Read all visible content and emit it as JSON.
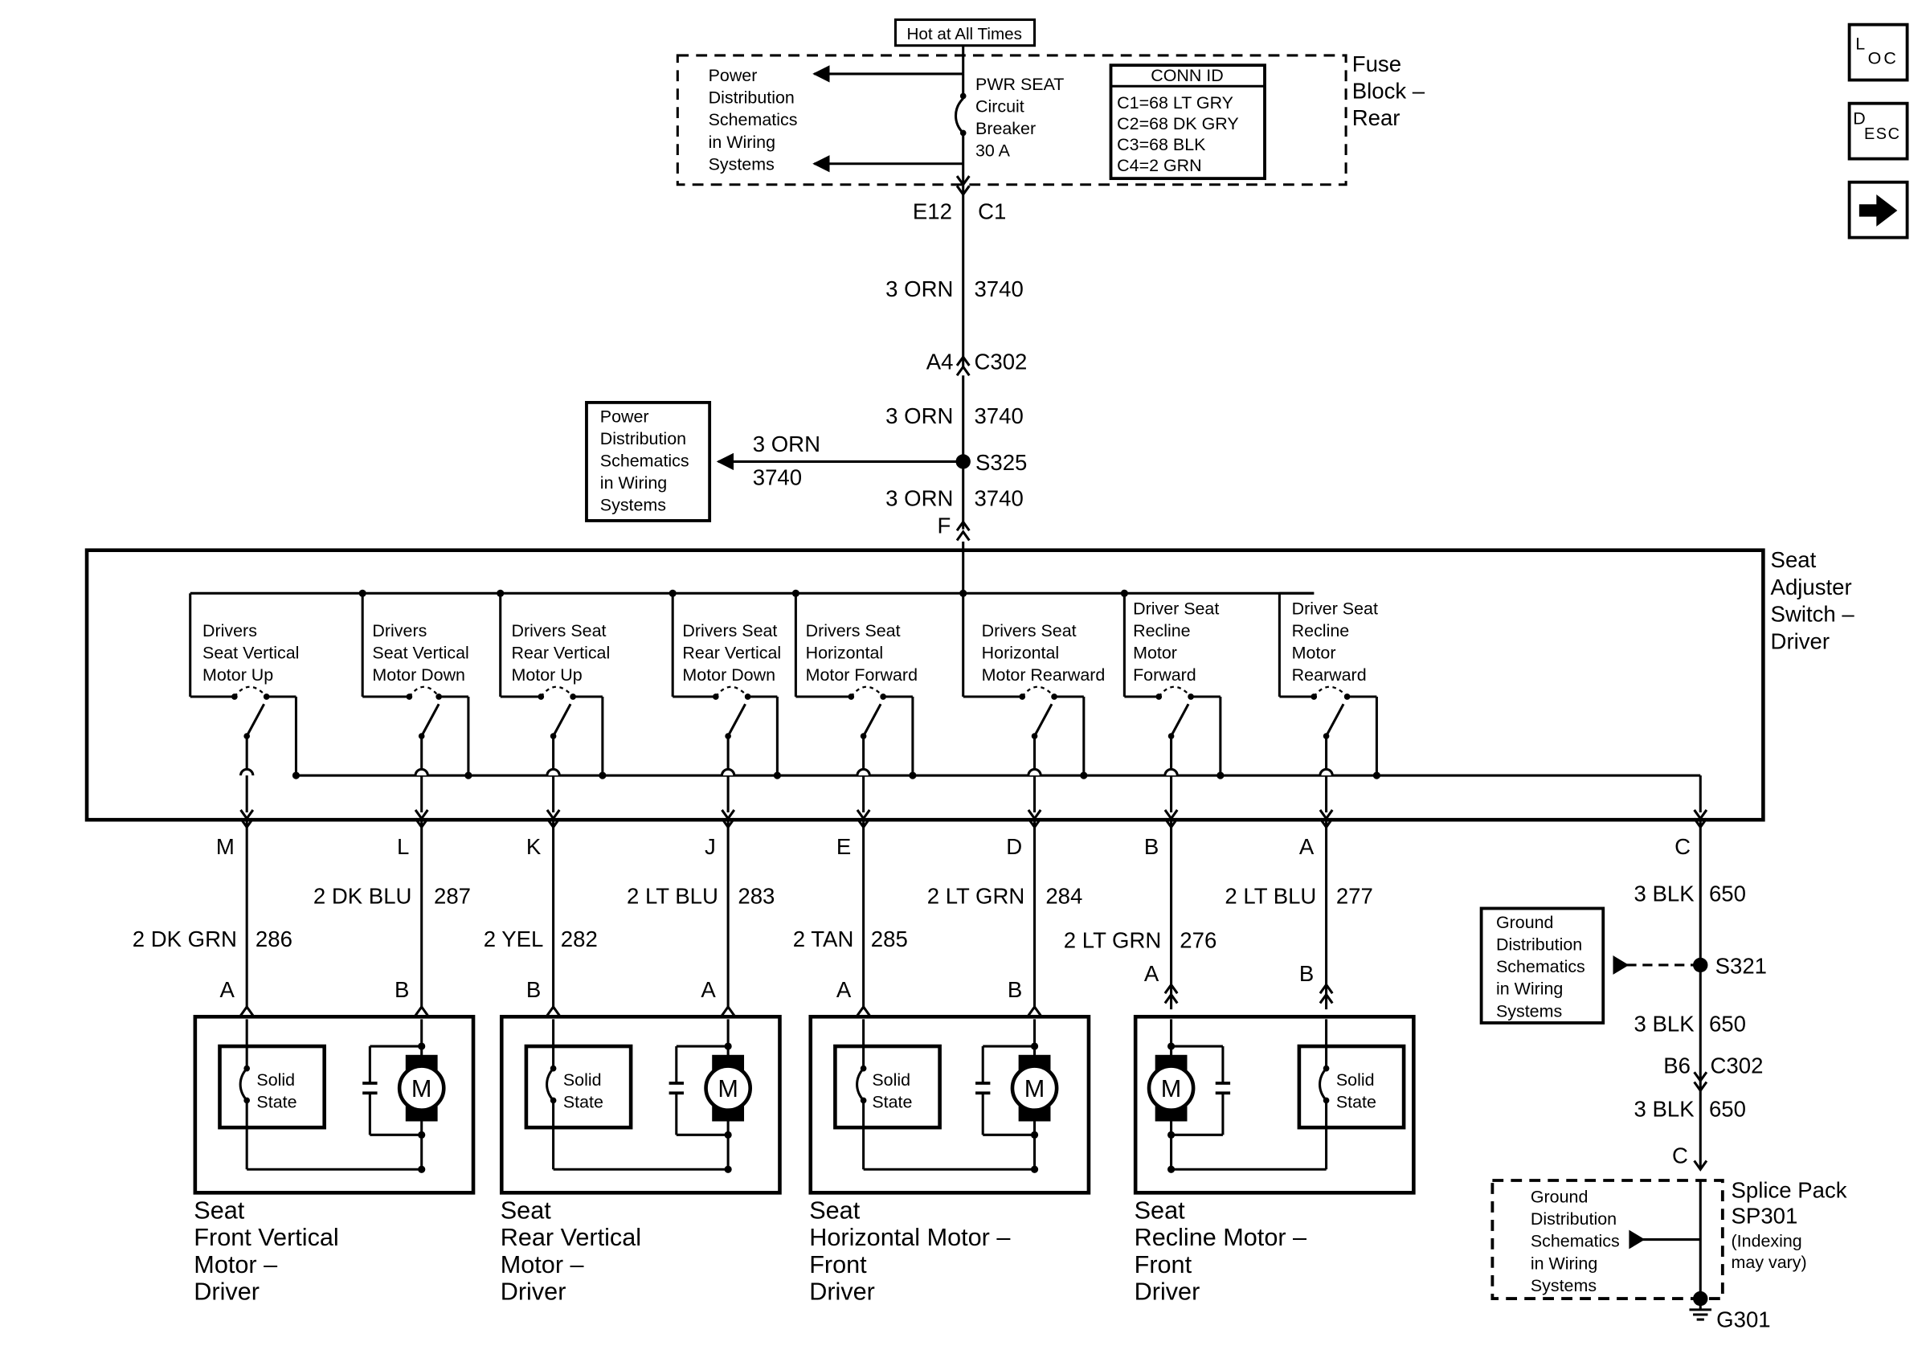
{
  "nav": {
    "loc": {
      "big": "L",
      "small": "OC"
    },
    "desc": {
      "big": "D",
      "small": "ESC"
    },
    "next_icon": "arrow-right-icon"
  },
  "top": {
    "hot_label": "Hot at All Times",
    "fuse_block_lines": [
      "Fuse",
      "Block –",
      "Rear"
    ],
    "power_ref_lines": [
      "Power",
      "Distribution",
      "Schematics",
      "in Wiring",
      "Systems"
    ],
    "breaker_lines": [
      "PWR SEAT",
      "Circuit",
      "Breaker",
      "30 A"
    ],
    "conn_id": {
      "title": "CONN ID",
      "lines": [
        "C1=68 LT GRY",
        "C2=68 DK GRY",
        "C3=68 BLK",
        "C4=2 GRN"
      ]
    },
    "pin_e12": "E12",
    "conn_c1": "C1"
  },
  "main_wire": {
    "w1": {
      "color": "3 ORN",
      "circuit": "3740"
    },
    "pin_a4": "A4",
    "conn_c302": "C302",
    "w2": {
      "color": "3 ORN",
      "circuit": "3740"
    },
    "splice": "S325",
    "branch": {
      "color": "3 ORN",
      "circuit": "3740"
    },
    "branch_ref_lines": [
      "Power",
      "Distribution",
      "Schematics",
      "in Wiring",
      "Systems"
    ],
    "w3": {
      "color": "3 ORN",
      "circuit": "3740"
    },
    "pin_f": "F"
  },
  "switch": {
    "name_lines": [
      "Seat",
      "Adjuster",
      "Switch –",
      "Driver"
    ],
    "contacts": [
      [
        "Drivers",
        "Seat Vertical",
        "Motor Up"
      ],
      [
        "Drivers",
        "Seat Vertical",
        "Motor Down"
      ],
      [
        "Drivers Seat",
        "Rear Vertical",
        "Motor Up"
      ],
      [
        "Drivers Seat",
        "Rear Vertical",
        "Motor Down"
      ],
      [
        "Drivers Seat",
        "Horizontal",
        "Motor Forward"
      ],
      [
        "Drivers Seat",
        "Horizontal",
        "Motor Rearward"
      ],
      [
        "Driver Seat",
        "Recline",
        "Motor",
        "Forward"
      ],
      [
        "Driver Seat",
        "Recline",
        "Motor",
        "Rearward"
      ]
    ]
  },
  "outputs": [
    {
      "pin": "M",
      "color": "2 DK GRN",
      "circuit": "286",
      "motor_pin": "A"
    },
    {
      "pin": "L",
      "color": "2 DK BLU",
      "circuit": "287",
      "motor_pin": "B"
    },
    {
      "pin": "K",
      "color": "2 YEL",
      "circuit": "282",
      "motor_pin": "B"
    },
    {
      "pin": "J",
      "color": "2 LT BLU",
      "circuit": "283",
      "motor_pin": "A"
    },
    {
      "pin": "E",
      "color": "2 TAN",
      "circuit": "285",
      "motor_pin": "A"
    },
    {
      "pin": "D",
      "color": "2 LT GRN",
      "circuit": "284",
      "motor_pin": "B"
    },
    {
      "pin": "B",
      "color": "2 LT GRN",
      "circuit": "276",
      "motor_pin": "A"
    },
    {
      "pin": "A",
      "color": "2 LT BLU",
      "circuit": "277",
      "motor_pin": "B"
    }
  ],
  "motors": [
    {
      "name_lines": [
        "Seat",
        "Front Vertical",
        "Motor –",
        "Driver"
      ],
      "solid_state": [
        "Solid",
        "State"
      ],
      "motor_symbol": "M"
    },
    {
      "name_lines": [
        "Seat",
        "Rear Vertical",
        "Motor –",
        "Driver"
      ],
      "solid_state": [
        "Solid",
        "State"
      ],
      "motor_symbol": "M"
    },
    {
      "name_lines": [
        "Seat",
        "Horizontal Motor –",
        "Front",
        "Driver"
      ],
      "solid_state": [
        "Solid",
        "State"
      ],
      "motor_symbol": "M"
    },
    {
      "name_lines": [
        "Seat",
        "Recline Motor –",
        "Front",
        "Driver"
      ],
      "solid_state": [
        "Solid",
        "State"
      ],
      "motor_symbol": "M"
    }
  ],
  "ground": {
    "pin_c": "C",
    "w1": {
      "color": "3 BLK",
      "circuit": "650"
    },
    "ref1_lines": [
      "Ground",
      "Distribution",
      "Schematics",
      "in Wiring",
      "Systems"
    ],
    "splice": "S321",
    "w2": {
      "color": "3 BLK",
      "circuit": "650"
    },
    "pin_b6": "B6",
    "conn_c302": "C302",
    "w3": {
      "color": "3 BLK",
      "circuit": "650"
    },
    "pin_c2": "C",
    "splice_pack_lines": [
      "Splice Pack",
      "SP301"
    ],
    "indexing_lines": [
      "(Indexing",
      "may vary)"
    ],
    "ref2_lines": [
      "Ground",
      "Distribution",
      "Schematics",
      "in Wiring",
      "Systems"
    ],
    "ground_label": "G301"
  }
}
